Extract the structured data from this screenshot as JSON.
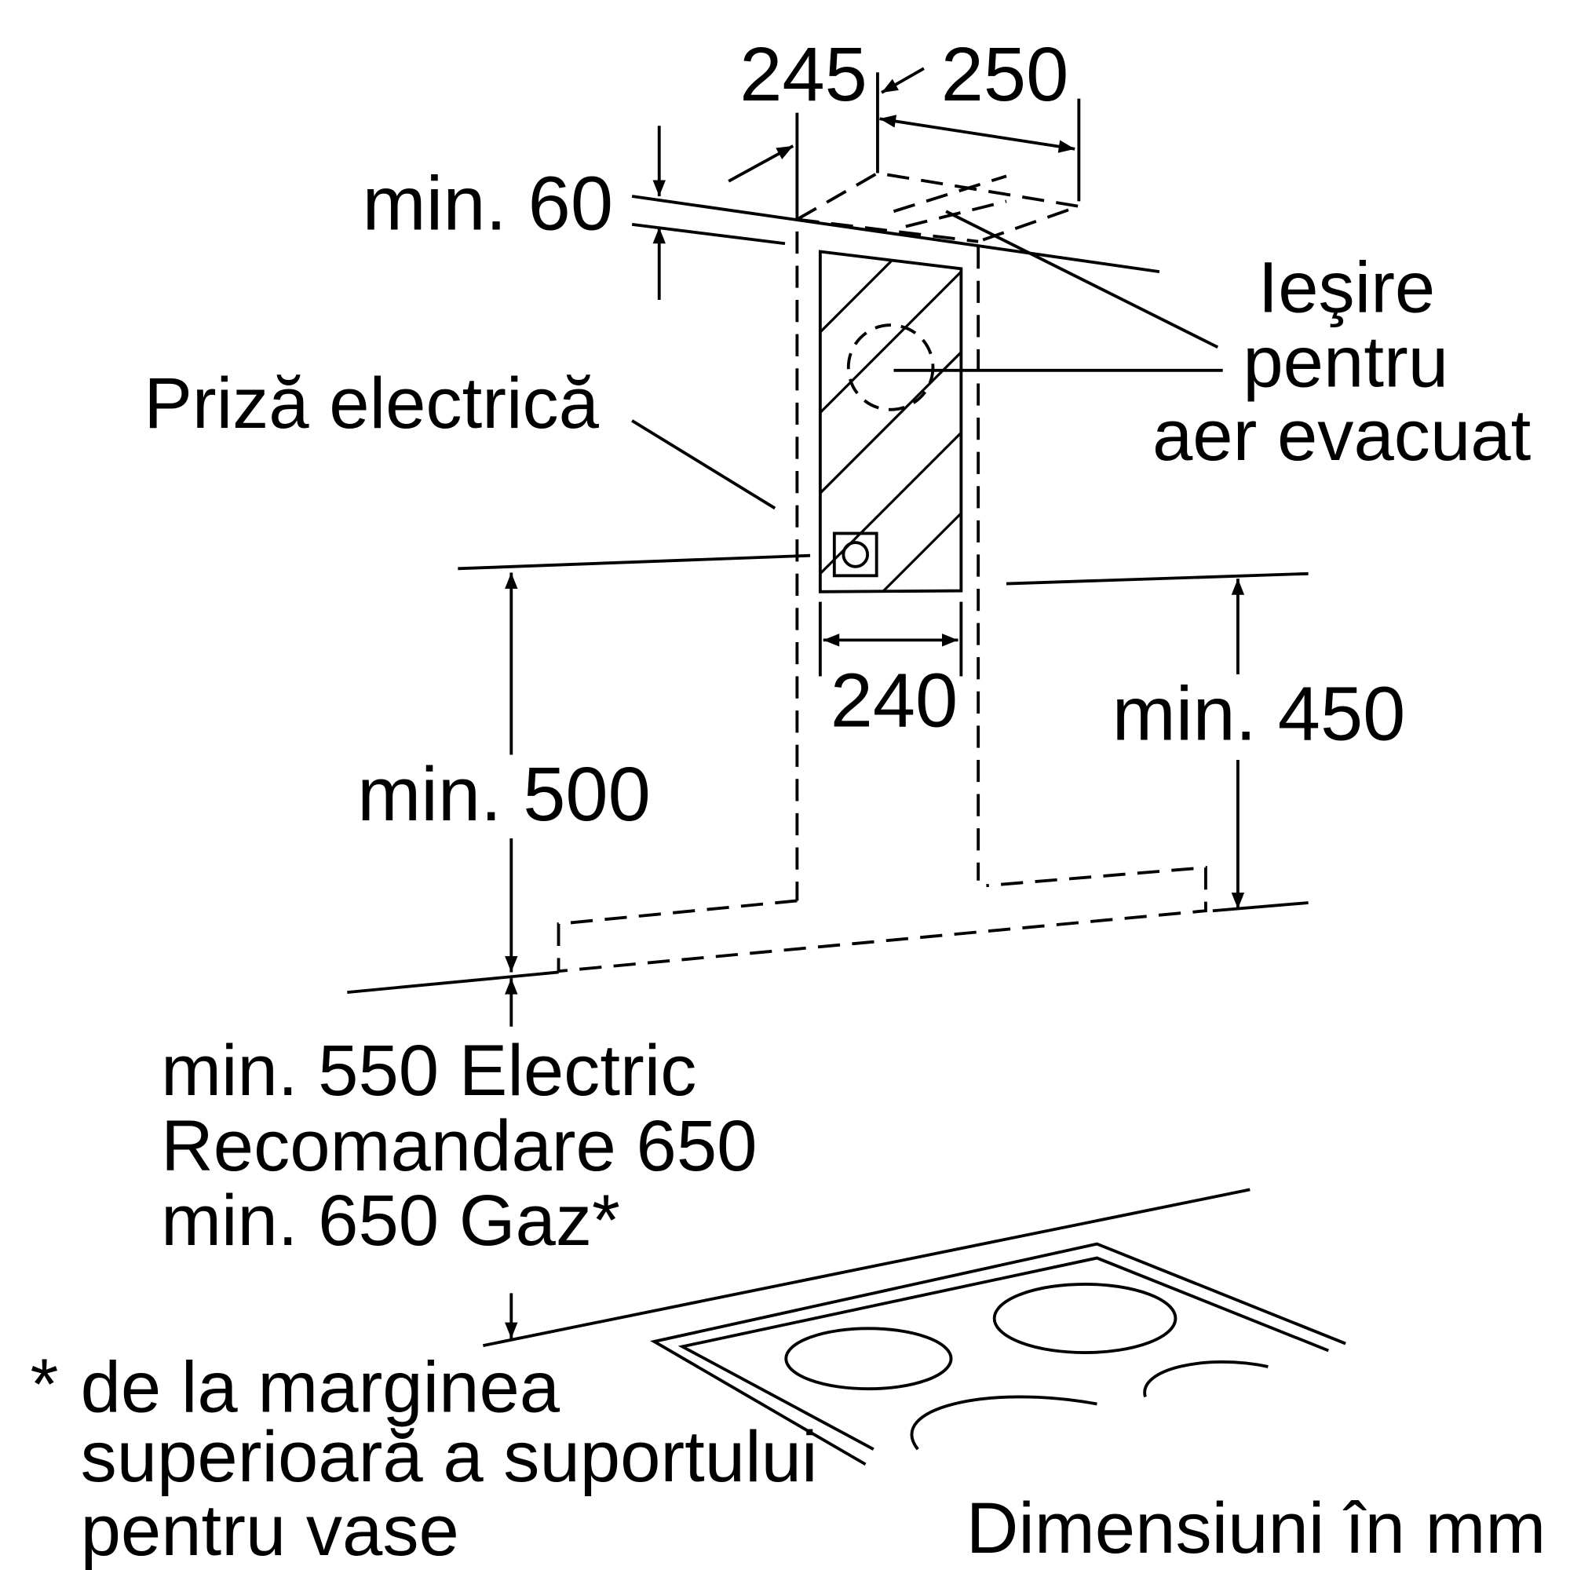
{
  "dimensions": {
    "depth": "245",
    "width_top": "250",
    "min_gap_top": "min. 60",
    "socket_width": "240",
    "min_450": "min. 450",
    "min_500": "min. 500"
  },
  "labels": {
    "outlet": [
      "Ieşire",
      "pentru",
      "aer evacuat"
    ],
    "socket": "Priză electrică",
    "clearance": [
      "min. 550 Electric",
      "Recomandare 650",
      "min. 650 Gaz*"
    ],
    "footnote_star": "*",
    "footnote": [
      "de la marginea",
      "superioară a suportului",
      "pentru vase"
    ],
    "units": "Dimensiuni în mm"
  },
  "colors": {
    "ink": "#000000",
    "background": "#ffffff"
  }
}
